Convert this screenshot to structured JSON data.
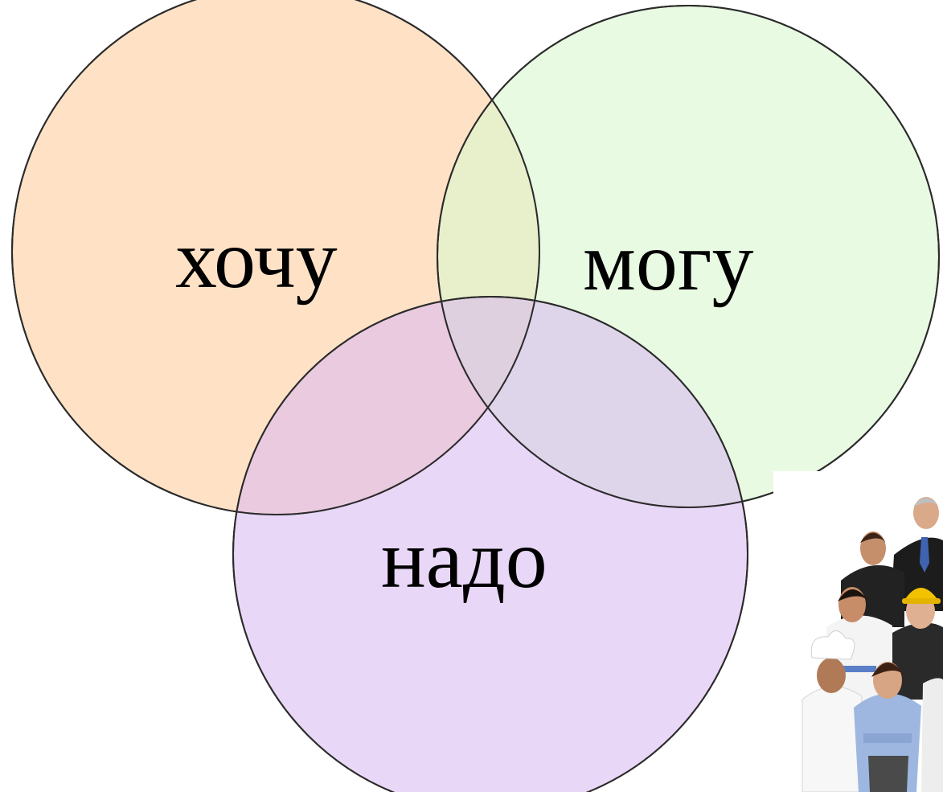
{
  "diagram": {
    "circles": [
      {
        "key": "want",
        "label": "хочу",
        "fill": "#ffd8b3"
      },
      {
        "key": "can",
        "label": "могу",
        "fill": "#d9f8cf"
      },
      {
        "key": "must",
        "label": "надо",
        "fill": "#d7b6f2"
      }
    ]
  },
  "photo": {
    "icon": "group-of-professionals",
    "colors": {
      "chef": "#ffffff",
      "hard_hat": "#f2c200",
      "suit": "#1c1c1c",
      "shirt": "#9db7e0"
    }
  }
}
